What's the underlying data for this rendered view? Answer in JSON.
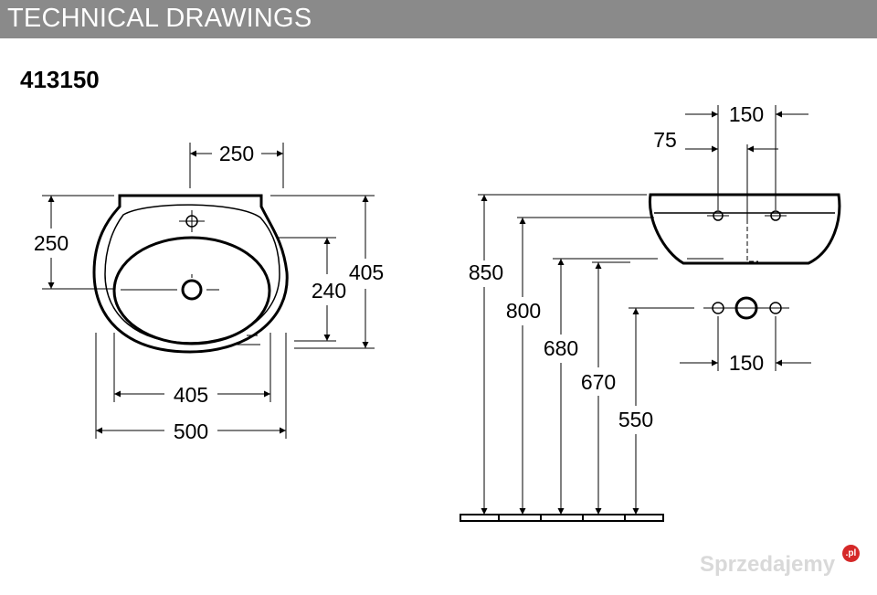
{
  "header": {
    "title": "TECHNICAL DRAWINGS"
  },
  "model": {
    "number": "413150"
  },
  "dimensions": {
    "top_view": {
      "tap_offset": "250",
      "depth_to_tap": "250",
      "bowl_depth": "240",
      "overall_depth": "405",
      "bowl_width": "405",
      "overall_width": "500"
    },
    "side_view": {
      "outlet_spacing": "150",
      "outlet_offset": "75",
      "height_rim": "850",
      "height_bottom": "800",
      "height_680": "680",
      "height_670": "670",
      "height_550": "550",
      "connection_spacing": "150"
    }
  },
  "watermark": {
    "text": "Sprzedajemy",
    "badge": ".pl"
  },
  "colors": {
    "header_bg": "#8a8a8a",
    "line": "#000000"
  }
}
